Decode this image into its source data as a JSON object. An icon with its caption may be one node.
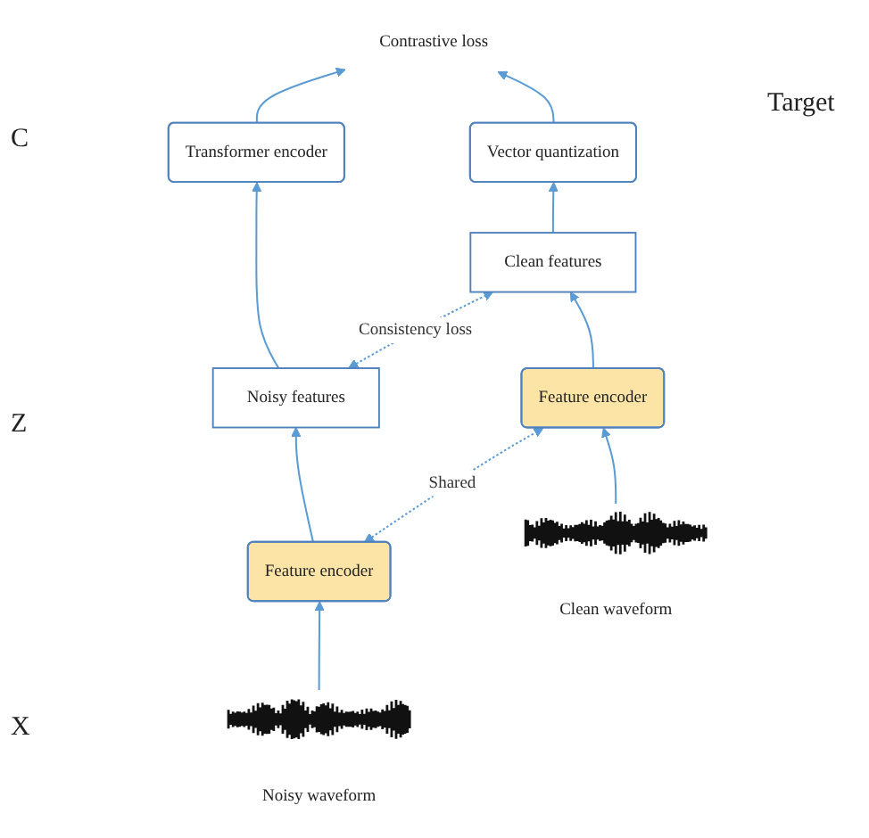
{
  "diagram": {
    "nodes": [
      {
        "text": [
          "Contrastive loss"
        ]
      },
      {
        "text": [
          "Transformer encoder"
        ]
      },
      {
        "text": [
          "Vector quantization"
        ]
      },
      {
        "text": [
          "Noisy features"
        ]
      },
      {
        "text": [
          "Clean features"
        ]
      },
      {
        "text": [
          "Feature encoder"
        ]
      },
      {
        "text": [
          "Feature encoder"
        ]
      },
      {
        "text": [
          "Noisy waveform"
        ]
      },
      {
        "text": [
          "Clean waveform"
        ]
      }
    ],
    "edges": [
      {
        "from": 7,
        "to": 5,
        "arrow": "to"
      },
      {
        "from": 8,
        "to": 6,
        "arrow": "to"
      },
      {
        "from": 5,
        "to": 3,
        "arrow": "to"
      },
      {
        "from": 6,
        "to": 4,
        "arrow": "to"
      },
      {
        "from": 3,
        "to": 1,
        "arrow": "to"
      },
      {
        "from": 4,
        "to": 2,
        "arrow": "to"
      },
      {
        "from": 1,
        "to": 0,
        "arrow": "to"
      },
      {
        "from": 2,
        "to": 0,
        "arrow": "to"
      },
      {
        "from": 3,
        "to": 4,
        "arrow": "both",
        "label": "Consistency loss",
        "style": "dashed"
      },
      {
        "from": 5,
        "to": 6,
        "arrow": "both",
        "label": "Shared",
        "style": "dashed"
      }
    ],
    "labels": [
      "C",
      "Target",
      "Z",
      "X"
    ]
  }
}
